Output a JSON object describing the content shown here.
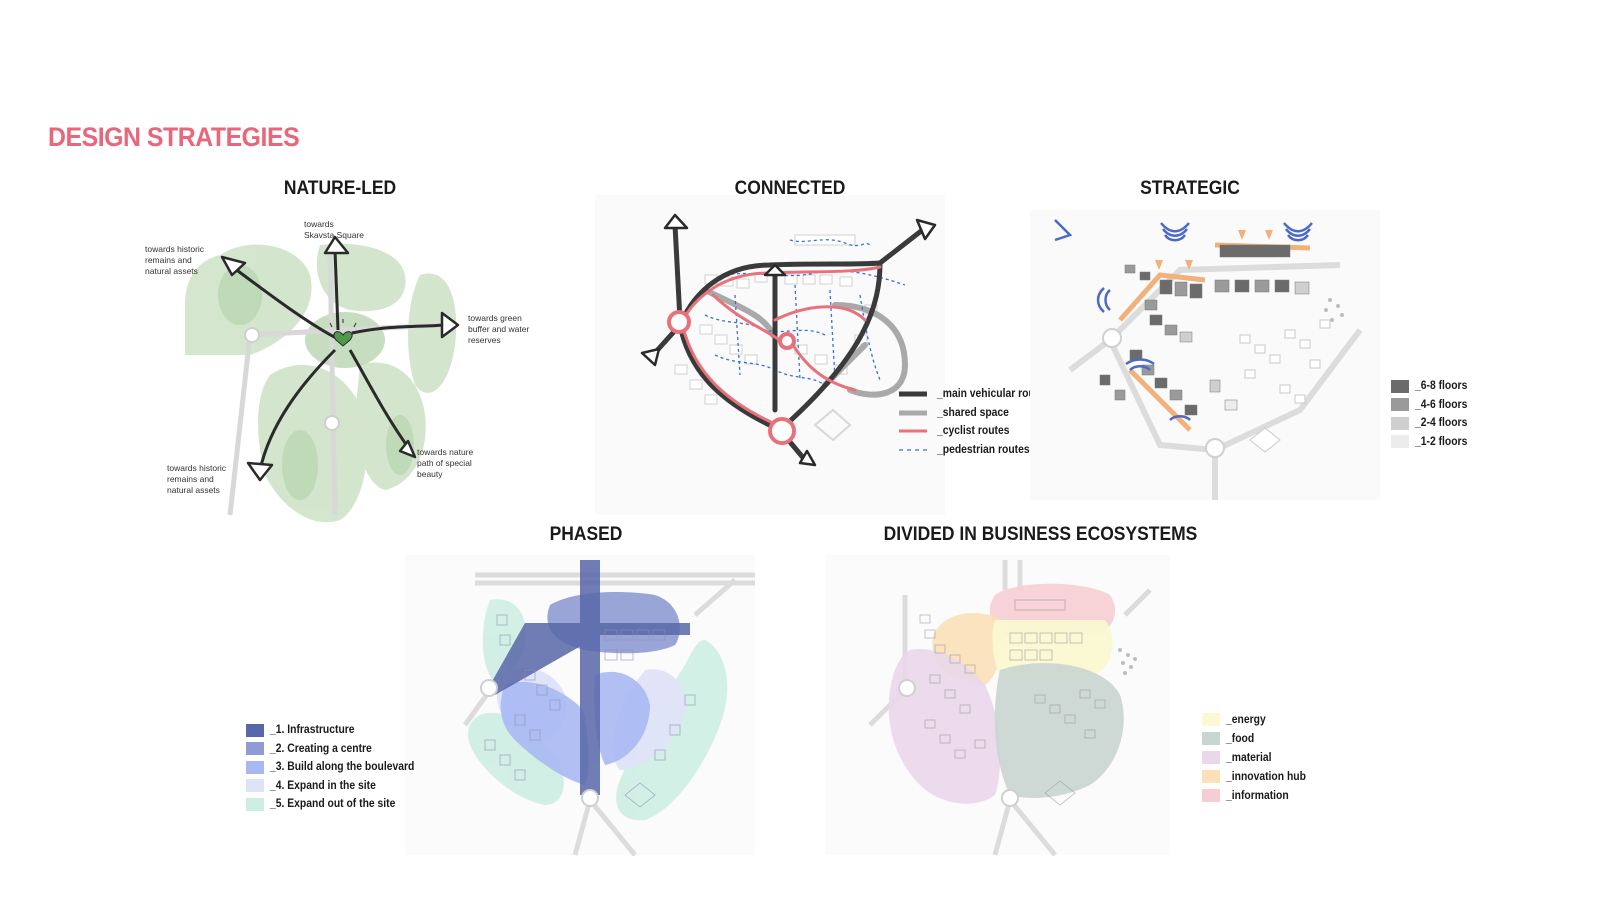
{
  "page": {
    "title": "DESIGN STRATEGIES",
    "accent_color": "#e8677a"
  },
  "panels": {
    "nature_led": {
      "title": "NATURE-LED",
      "annotations": {
        "top": "towards\nSkavsta Square",
        "top_left": "towards historic\nremains and\nnatural assets",
        "right": "towards green\nbuffer and water\nreserves",
        "bottom_right": "towards nature\npath of special\nbeauty",
        "bottom_left": "towards historic\nremains and\nnatural assets"
      }
    },
    "connected": {
      "title": "CONNECTED",
      "legend": [
        {
          "label": "_main vehicular routes",
          "color": "#3a3a3a",
          "style": "solid"
        },
        {
          "label": "_shared space",
          "color": "#a9a9a9",
          "style": "solid"
        },
        {
          "label": "_cyclist routes",
          "color": "#e8727c",
          "style": "solid"
        },
        {
          "label": "_pedestrian routes",
          "color": "#3a6fd8",
          "style": "dashed"
        }
      ]
    },
    "strategic": {
      "title": "STRATEGIC",
      "legend": [
        {
          "label": "_6-8 floors",
          "color": "#6b6b6b"
        },
        {
          "label": "_4-6 floors",
          "color": "#9a9a9a"
        },
        {
          "label": "_2-4 floors",
          "color": "#cfcfcf"
        },
        {
          "label": "_1-2 floors",
          "color": "#ececec"
        }
      ]
    },
    "phased": {
      "title": "PHASED",
      "legend": [
        {
          "label": "_1. Infrastructure",
          "color": "#5867a8"
        },
        {
          "label": "_2. Creating a centre",
          "color": "#8f9bd3"
        },
        {
          "label": "_3. Build along the boulevard",
          "color": "#a8b8f2"
        },
        {
          "label": "_4. Expand in the site",
          "color": "#dfe3f8"
        },
        {
          "label": "_5. Expand out of the site",
          "color": "#cdeee3"
        }
      ]
    },
    "ecosystems": {
      "title": "DIVIDED IN BUSINESS ECOSYSTEMS",
      "legend": [
        {
          "label": "_energy",
          "color": "#fbf8d2"
        },
        {
          "label": "_food",
          "color": "#c9d5d0"
        },
        {
          "label": "_material",
          "color": "#ead7ea"
        },
        {
          "label": "_innovation hub",
          "color": "#fbe0b8"
        },
        {
          "label": "_information",
          "color": "#f6cdd3"
        }
      ]
    }
  }
}
